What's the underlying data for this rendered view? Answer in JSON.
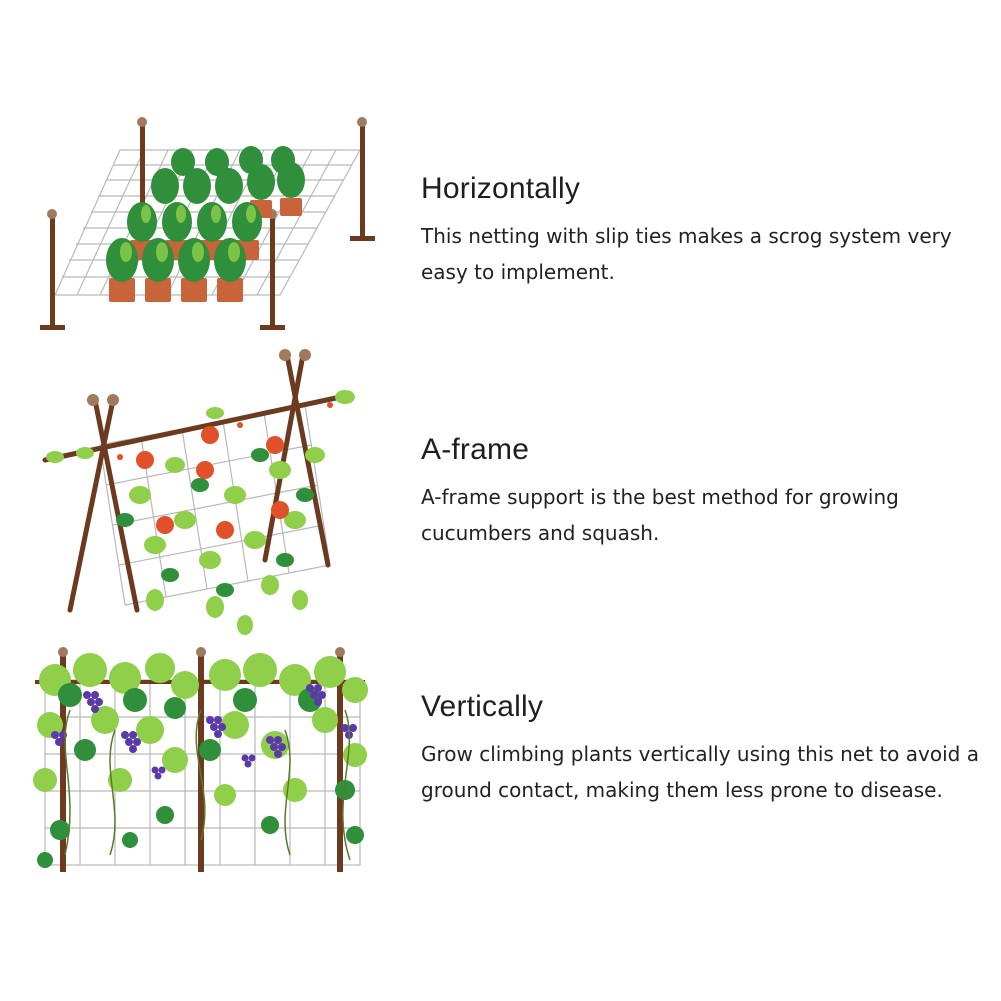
{
  "sections": [
    {
      "heading": "Horizontally",
      "description": "This netting with slip ties makes a scrog system very easy to implement."
    },
    {
      "heading": "A-frame",
      "description": "A-frame support is the best method for growing cucumbers and squash."
    },
    {
      "heading": "Vertically",
      "description": "Grow climbing plants vertically using this net to avoid a ground contact, making them less prone to disease."
    }
  ],
  "colors": {
    "pole": "#6b3a1f",
    "pole_cap": "#a07a5c",
    "net": "#b9b9b9",
    "leaf_dark": "#2f8f3a",
    "leaf_light": "#8fcf4a",
    "pot": "#c9643a",
    "flower": "#e0512a",
    "grape": "#5a3aa8"
  }
}
